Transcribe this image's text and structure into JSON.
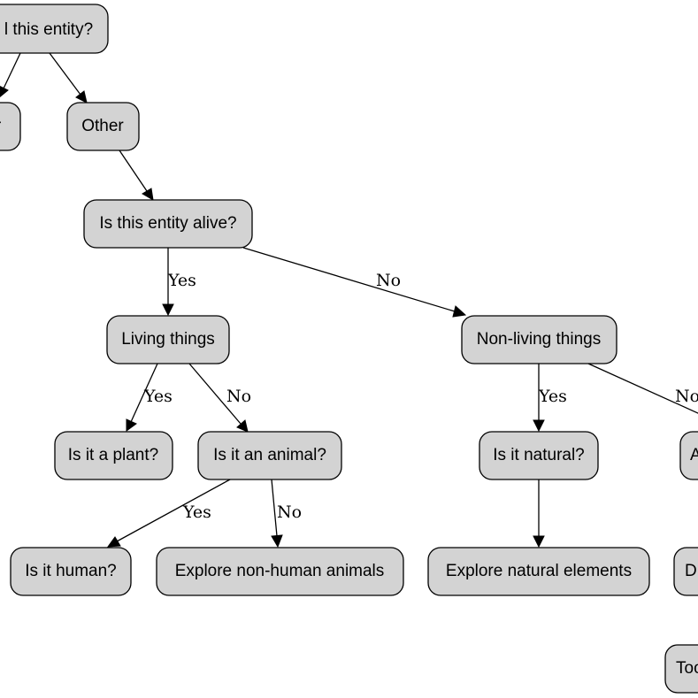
{
  "nodes": {
    "root": "l this entity?",
    "left_partial": "r",
    "other": "Other",
    "alive_question": "Is this entity alive?",
    "living_things": "Living things",
    "non_living_things": "Non-living things",
    "plant_question": "Is it a plant?",
    "animal_question": "Is it an animal?",
    "natural_question": "Is it natural?",
    "right_partial_a": "A",
    "human_question": "Is it human?",
    "non_human_animals": "Explore non-human animals",
    "natural_elements": "Explore natural elements",
    "right_partial_d": "D",
    "right_partial_too": "Too"
  },
  "edges": {
    "alive_yes": "Yes",
    "alive_no": "No",
    "living_yes": "Yes",
    "living_no": "No",
    "nonliving_yes": "Yes",
    "nonliving_no": "No",
    "animal_yes": "Yes",
    "animal_no": "No"
  },
  "colors": {
    "node_fill": "#d3d3d3",
    "node_stroke": "#000000",
    "edge": "#000000"
  }
}
